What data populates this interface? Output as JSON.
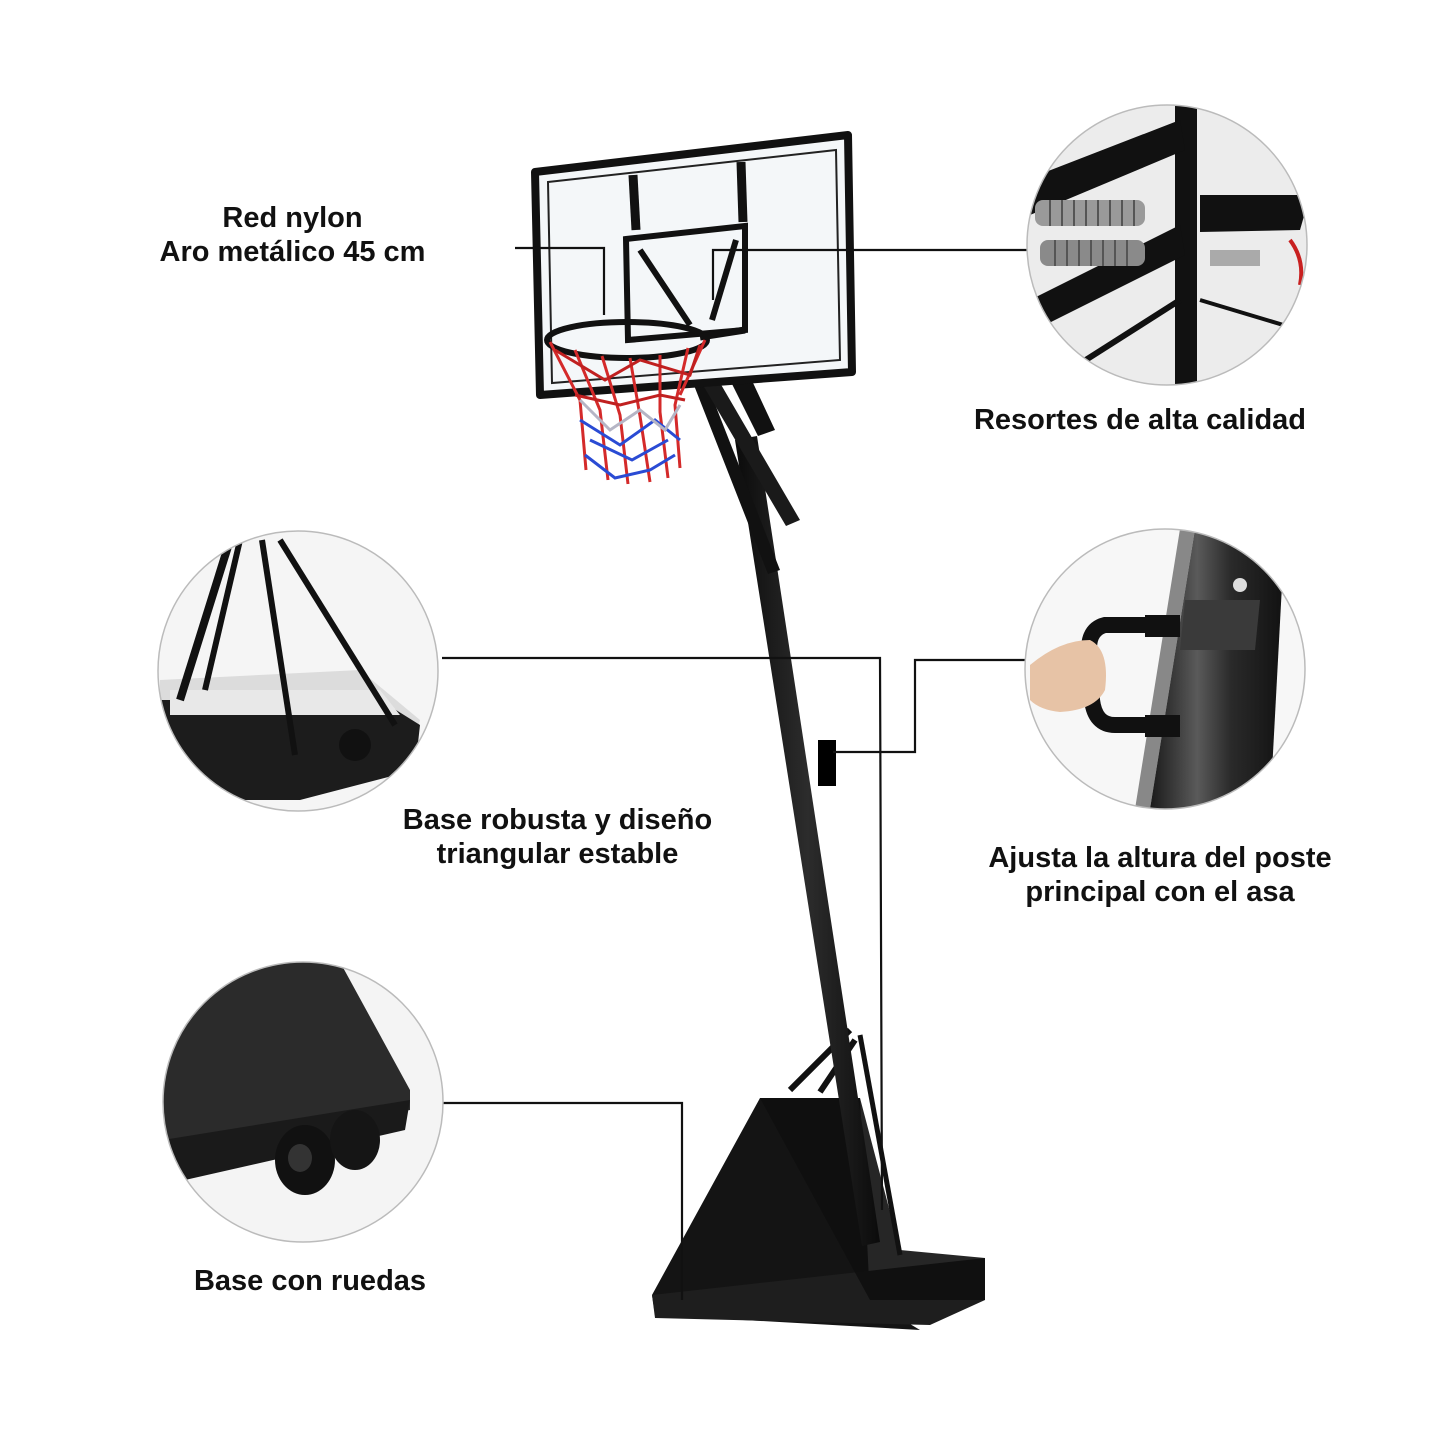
{
  "labels": {
    "net": {
      "line1": "Red nylon",
      "line2": "Aro metálico 45 cm"
    },
    "springs": {
      "line1": "Resortes de alta calidad"
    },
    "base": {
      "line1": "Base robusta y diseño",
      "line2": "triangular estable"
    },
    "adjust": {
      "line1": "Ajusta la altura del poste",
      "line2": "principal con el asa"
    },
    "wheels": {
      "line1": "Base con ruedas"
    }
  },
  "colors": {
    "frame": "#111111",
    "backboard": "#f4f7f9",
    "rim_red": "#d42a2a",
    "net_blue": "#2a4bd4",
    "callout_line": "#111111"
  },
  "icons": [
    "basketball-hoop",
    "spring-detail",
    "triangular-base-detail",
    "height-handle-detail",
    "wheel-detail"
  ]
}
